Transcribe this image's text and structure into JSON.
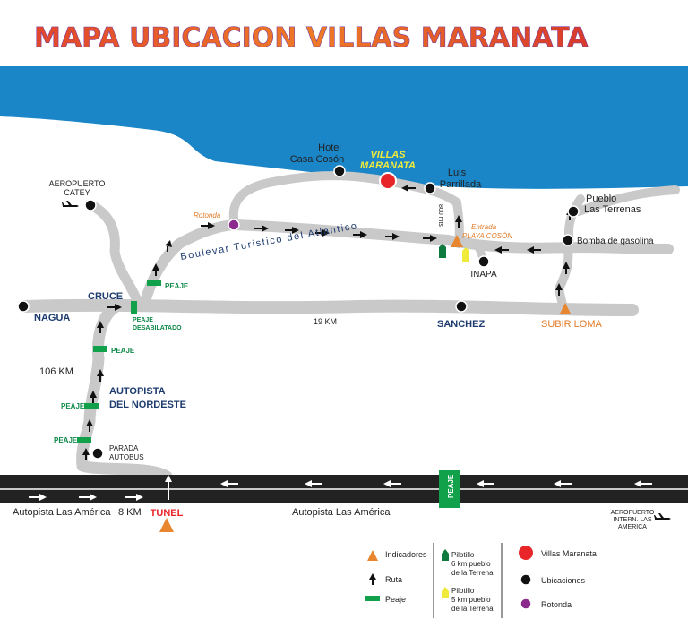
{
  "title": "MAPA UBICACION VILLAS MARANATA",
  "colors": {
    "sea": "#1a86c8",
    "road": "#c9c9c9",
    "highway": "#222222",
    "peaje": "#12a14b",
    "orange": "#e8862e",
    "villas": "#e8262a",
    "rotonda": "#8c2a8e",
    "yellow": "#f0ea3a",
    "navy": "#1d3b6e"
  },
  "places": {
    "hotel_line1": "Hotel",
    "hotel_line2": "Casa Cosón",
    "villas_line1": "VILLAS",
    "villas_line2": "MARANATA",
    "luis_line1": "Luis",
    "luis_line2": "Parrillada",
    "aeropuerto_line1": "AEROPUERTO",
    "aeropuerto_line2": "CATEY",
    "pueblo_line1": "Pueblo",
    "pueblo_line2": "Las Terrenas",
    "bomba": "Bomba de gasolina",
    "rotonda": "Rotonda",
    "entrada_line1": "Entrada",
    "entrada_line2": "PLAYA COSÓN",
    "metros": "800 mts",
    "boulevard": "Boulevar Turistico del Atlantico",
    "inapa": "INAPA",
    "cruce": "CRUCE",
    "nagua": "NAGUA",
    "peaje": "PEAJE",
    "peaje_des_line1": "PEAJE",
    "peaje_des_line2": "DESABILATADO",
    "km19": "19 KM",
    "sanchez": "SANCHEZ",
    "subir_loma": "SUBIR LOMA",
    "km106": "106 KM",
    "autopista_line1": "AUTOPISTA",
    "autopista_line2": "DEL NORDESTE",
    "parada_line1": "PARADA",
    "parada_line2": "AUTOBUS",
    "autopista_americas_left": "Autopista Las América",
    "km8": "8 KM",
    "tunel": "TUNEL",
    "autopista_americas_center": "Autopista Las América",
    "aero_intern_line1": "AEROPUERTO",
    "aero_intern_line2": "INTERN. LAS",
    "aero_intern_line3": "AMERICA"
  },
  "legend": {
    "indicadores": "Indicadores",
    "ruta": "Ruta",
    "peaje": "Peaje",
    "pil_green_line1": "Pilotillo",
    "pil_green_line2": "6 km  pueblo",
    "pil_green_line3": "de la Terrena",
    "pil_yellow_line1": "Pilotillo",
    "pil_yellow_line2": "5 km  pueblo",
    "pil_yellow_line3": "de la Terrena",
    "villas": "Villas Maranata",
    "ubicaciones": "Ubicaciones",
    "rotonda": "Rotonda"
  }
}
